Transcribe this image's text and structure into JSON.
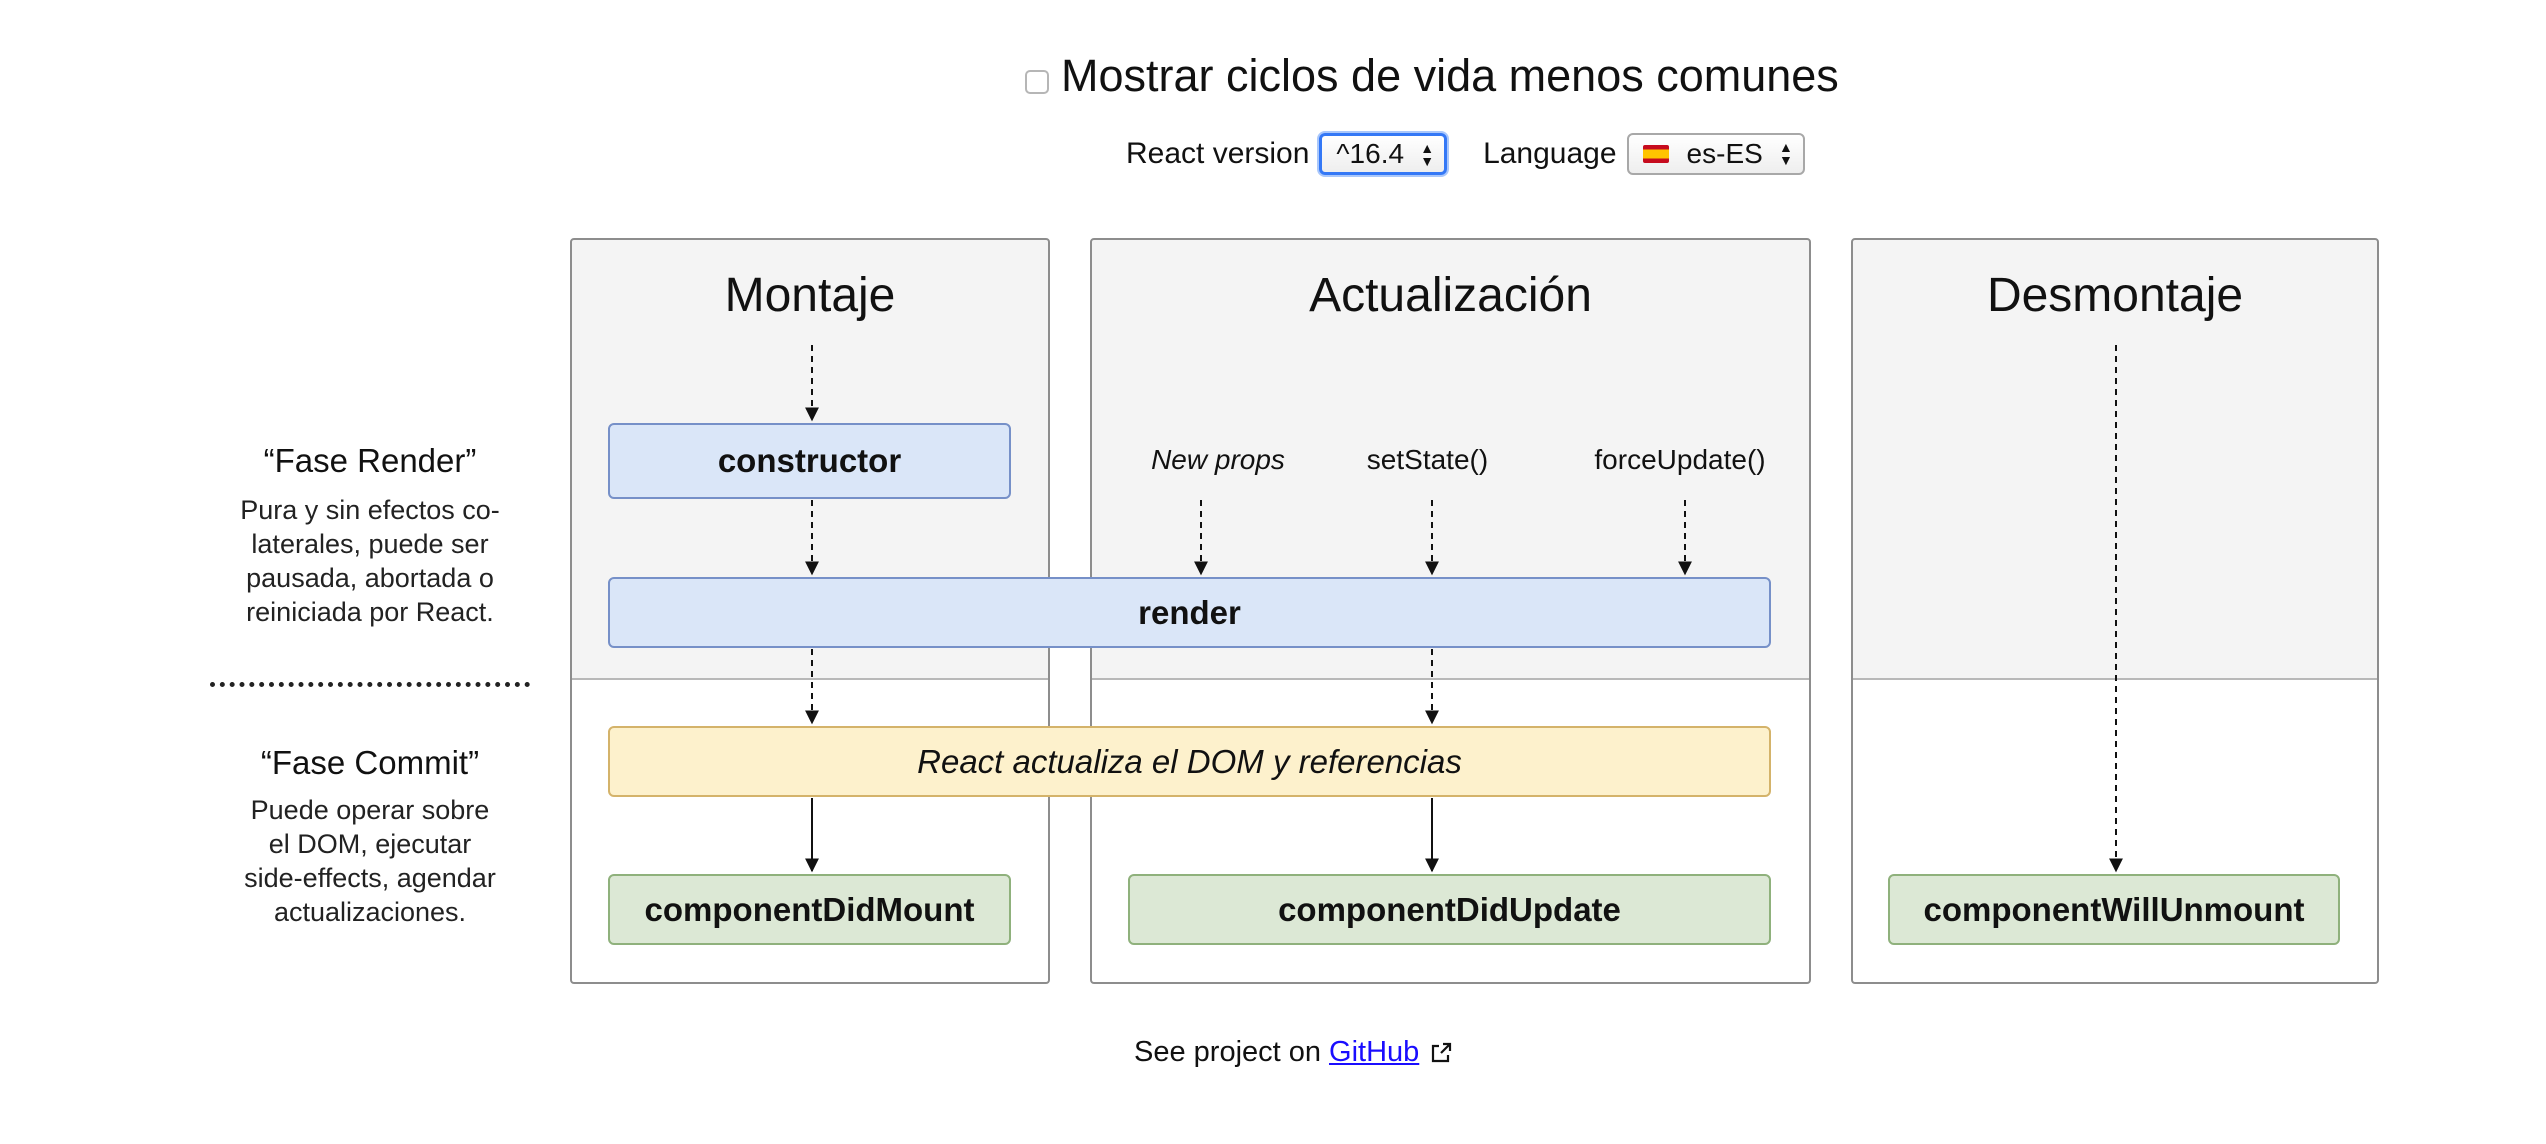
{
  "header": {
    "toggle_label": "Mostrar ciclos de vida menos comunes",
    "toggle_checked": false,
    "react_version_label": "React version",
    "react_version_value": "^16.4",
    "language_label": "Language",
    "language_value": "es-ES",
    "language_flag_icon": "spain-flag-icon"
  },
  "phases": {
    "render": {
      "title": "“Fase Render”",
      "description_lines": [
        "Pura y sin efectos co-",
        "laterales, puede ser",
        "pausada, abortada o",
        "reiniciada por React."
      ]
    },
    "commit": {
      "title": "“Fase Commit”",
      "description_lines": [
        "Puede operar sobre",
        "el DOM, ejecutar",
        "side-effects, agendar",
        "actualizaciones."
      ]
    }
  },
  "columns": {
    "mount": {
      "title": "Montaje"
    },
    "update": {
      "title": "Actualización"
    },
    "unmount": {
      "title": "Desmontaje"
    }
  },
  "triggers": {
    "new_props": "New props",
    "set_state": "setState()",
    "force_update": "forceUpdate()"
  },
  "methods": {
    "constructor": "constructor",
    "render": "render",
    "dom_update": "React actualiza el DOM y referencias",
    "did_mount": "componentDidMount",
    "did_update": "componentDidUpdate",
    "will_unmount": "componentWillUnmount"
  },
  "footer": {
    "prefix": "See project on",
    "link_text": "GitHub"
  },
  "colors": {
    "render_phase_box": "#dae6f8",
    "dom_update_box": "#fdf1cc",
    "commit_method_box": "#dce8d5",
    "link": "#1a0dff",
    "focus_ring": "#3478f6"
  }
}
